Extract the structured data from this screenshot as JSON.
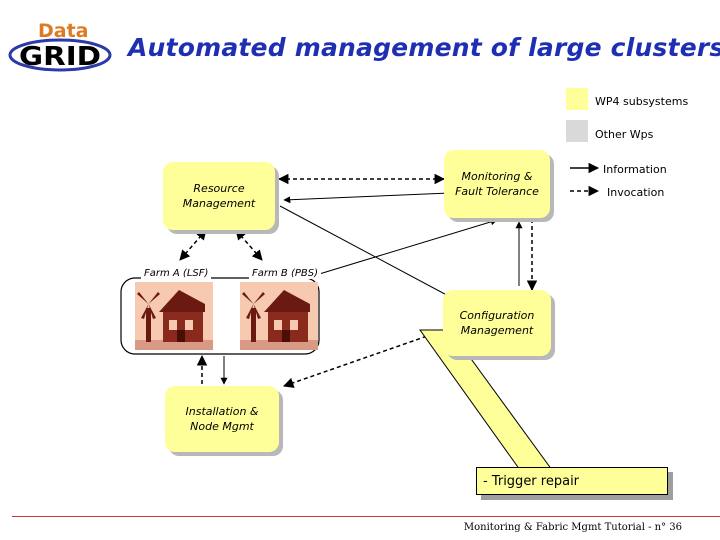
{
  "header": {
    "logo_top": "Data",
    "logo_bottom": "GRID",
    "title": "Automated management of large clusters"
  },
  "legend": {
    "wp4": {
      "label": "WP4 subsystems",
      "color": "#ffff99"
    },
    "other": {
      "label": "Other Wps",
      "color": "#d9d9d9"
    },
    "information": "Information",
    "invocation": "Invocation"
  },
  "boxes": {
    "resource": "Resource\nManagement",
    "monitoring": "Monitoring &\nFault Tolerance",
    "configuration": "Configuration\nManagement",
    "installation": "Installation &\nNode Mgmt"
  },
  "farms": {
    "a": "Farm A (LSF)",
    "b": "Farm B (PBS)"
  },
  "callout": "- Trigger repair",
  "footer": "Monitoring & Fabric Mgmt Tutorial - n° 36"
}
